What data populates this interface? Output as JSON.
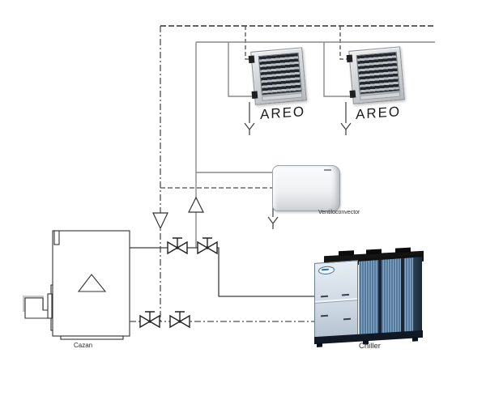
{
  "diagram": {
    "title": "hvac-heating-cooling-piping-schematic",
    "labels": {
      "areo1": "AREO",
      "areo2": "AREO",
      "fancoil": "Ventiloconvector",
      "boiler": "Cazan",
      "chiller": "Chiller"
    },
    "icons": {
      "gate_valve": "bowtie",
      "check_valve": "triangle",
      "drain": "Y"
    },
    "colors": {
      "background": "#ffffff",
      "pipe_supply": "#8a8a8a",
      "pipe_return": "#4d4d4d",
      "pipe_dark": "#3c3c3c",
      "symbol": "#222222",
      "outline": "#333333",
      "areo_frame_light": "#eceef0",
      "areo_frame_dark": "#b4b8bc",
      "areo_louver": "#22272d",
      "fancoil_body": "#f0f1f2",
      "chiller_front": "#ccd7e2",
      "chiller_coil_light": "#87a9c6",
      "chiller_coil_dark": "#54799c",
      "chiller_frame": "#101823"
    }
  }
}
